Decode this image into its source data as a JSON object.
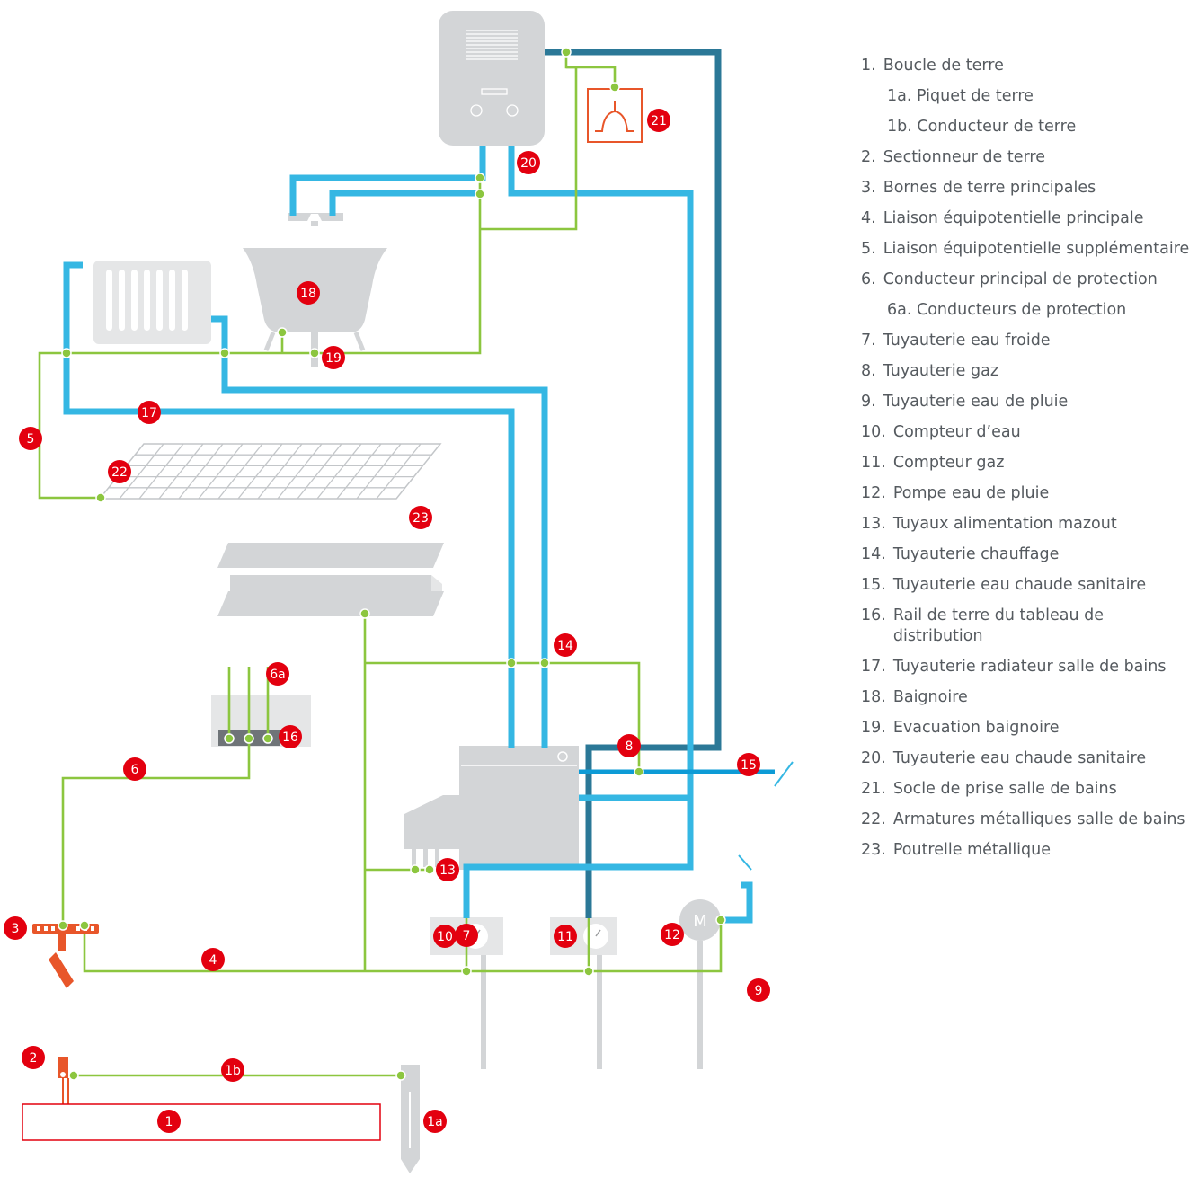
{
  "colors": {
    "green": "#8cc63f",
    "light_blue": "#35b7e3",
    "dark_blue": "#2b7897",
    "red": "#e3000f",
    "orange": "#e8562a",
    "grey": "#d3d5d7",
    "text": "#555a5f"
  },
  "icons": {
    "boiler": "boiler-icon",
    "socket": "socket-icon",
    "bathtub": "bathtub-icon",
    "radiator": "radiator-icon",
    "mesh": "mesh-icon",
    "beam": "beam-icon",
    "distribution_board": "distribution-board-icon",
    "heater": "heater-icon",
    "water_meter": "water-meter-icon",
    "gas_meter": "gas-meter-icon",
    "pump": "pump-icon",
    "earth_rod": "earth-rod-icon",
    "disconnector": "disconnector-icon",
    "terminal_block": "terminal-block-icon"
  },
  "markers": {
    "m1": "1",
    "m1a": "1a",
    "m1b": "1b",
    "m2": "2",
    "m3": "3",
    "m4": "4",
    "m5": "5",
    "m6": "6",
    "m6a": "6a",
    "m7": "7",
    "m8": "8",
    "m9": "9",
    "m10": "10",
    "m11": "11",
    "m12": "12",
    "m13": "13",
    "m14": "14",
    "m15": "15",
    "m16": "16",
    "m17": "17",
    "m18": "18",
    "m19": "19",
    "m20": "20",
    "m21": "21",
    "m22": "22",
    "m23": "23"
  },
  "pump_label": "M",
  "legend": [
    {
      "num": "1.",
      "text": "Boucle de terre",
      "sub": false
    },
    {
      "num": "",
      "text": "1a. Piquet de terre",
      "sub": true
    },
    {
      "num": "",
      "text": "1b. Conducteur de terre",
      "sub": true
    },
    {
      "num": "2.",
      "text": "Sectionneur de terre",
      "sub": false
    },
    {
      "num": "3.",
      "text": "Bornes de terre principales",
      "sub": false
    },
    {
      "num": "4.",
      "text": "Liaison équipotentielle principale",
      "sub": false
    },
    {
      "num": "5.",
      "text": "Liaison équipotentielle supplémentaire",
      "sub": false
    },
    {
      "num": "6.",
      "text": "Conducteur principal de protection",
      "sub": false
    },
    {
      "num": "",
      "text": "6a. Conducteurs de protection",
      "sub": true
    },
    {
      "num": "7.",
      "text": "Tuyauterie eau froide",
      "sub": false
    },
    {
      "num": "8.",
      "text": "Tuyauterie gaz",
      "sub": false
    },
    {
      "num": "9.",
      "text": "Tuyauterie eau de pluie",
      "sub": false
    },
    {
      "num": "10.",
      "text": "Compteur d’eau",
      "sub": false
    },
    {
      "num": "11.",
      "text": "Compteur gaz",
      "sub": false
    },
    {
      "num": "12.",
      "text": "Pompe eau de pluie",
      "sub": false
    },
    {
      "num": "13.",
      "text": "Tuyaux alimentation mazout",
      "sub": false
    },
    {
      "num": "14.",
      "text": "Tuyauterie chauffage",
      "sub": false
    },
    {
      "num": "15.",
      "text": "Tuyauterie eau chaude sanitaire",
      "sub": false
    },
    {
      "num": "16.",
      "text": "Rail de terre du tableau de distribution",
      "sub": false
    },
    {
      "num": "17.",
      "text": "Tuyauterie radiateur salle de bains",
      "sub": false
    },
    {
      "num": "18.",
      "text": "Baignoire",
      "sub": false
    },
    {
      "num": "19.",
      "text": "Evacuation baignoire",
      "sub": false
    },
    {
      "num": "20.",
      "text": "Tuyauterie eau chaude sanitaire",
      "sub": false
    },
    {
      "num": "21.",
      "text": "Socle de prise salle de bains",
      "sub": false
    },
    {
      "num": "22.",
      "text": "Armatures métalliques salle de bains",
      "sub": false
    },
    {
      "num": "23.",
      "text": "Poutrelle métallique",
      "sub": false
    }
  ]
}
